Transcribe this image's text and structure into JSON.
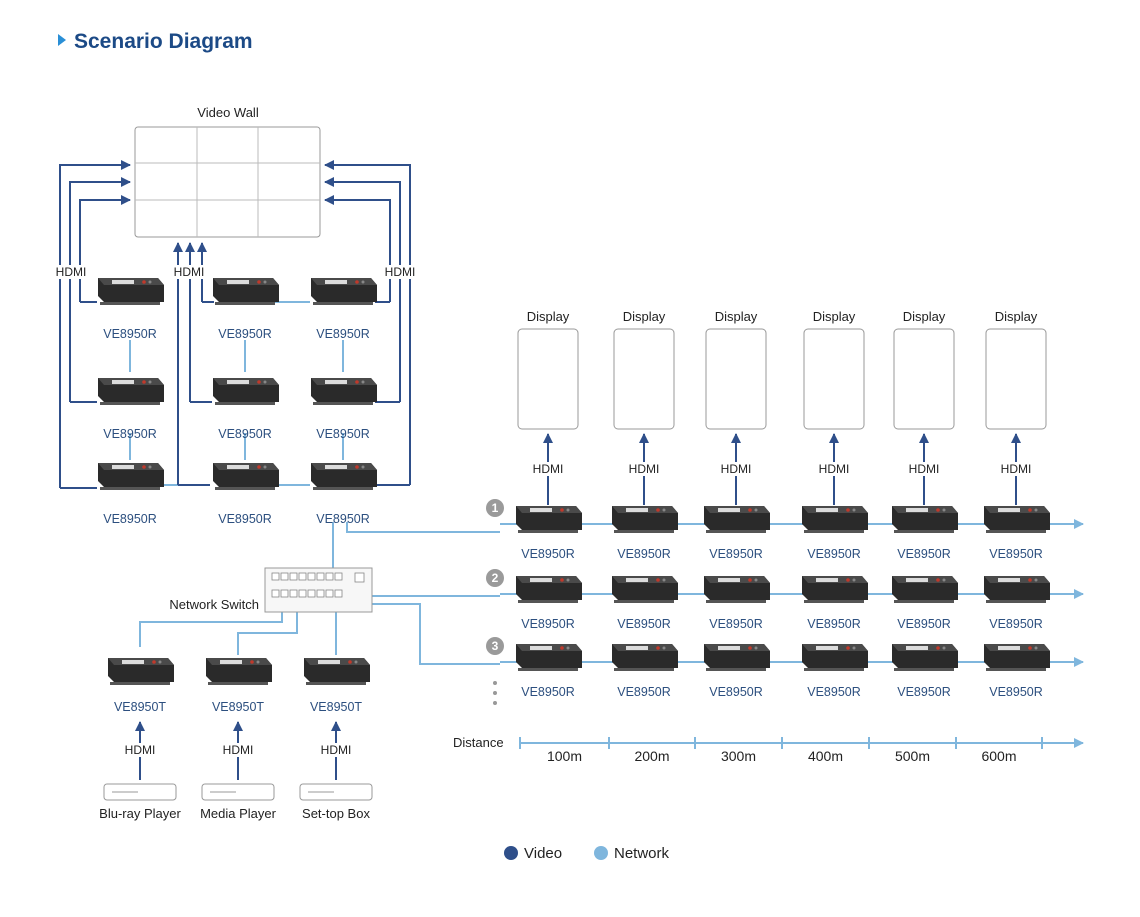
{
  "header": {
    "title": "Scenario Diagram"
  },
  "colors": {
    "title": "#1c4a86",
    "video": "#2f4f8a",
    "network": "#7fb6dd",
    "label": "#2c4f7f"
  },
  "video_wall": {
    "label": "Video Wall"
  },
  "labels": {
    "hdmi": "HDMI",
    "receiver": "VE8950R",
    "transmitter": "VE8950T",
    "display": "Display",
    "network_switch": "Network Switch",
    "distance": "Distance"
  },
  "sources": [
    "Blu-ray Player",
    "Media Player",
    "Set-top Box"
  ],
  "rows": [
    "1",
    "2",
    "3"
  ],
  "distance_ticks": [
    "100m",
    "200m",
    "300m",
    "400m",
    "500m",
    "600m"
  ],
  "legend": [
    {
      "name": "Video",
      "color": "#2f4f8a"
    },
    {
      "name": "Network",
      "color": "#7fb6dd"
    }
  ]
}
